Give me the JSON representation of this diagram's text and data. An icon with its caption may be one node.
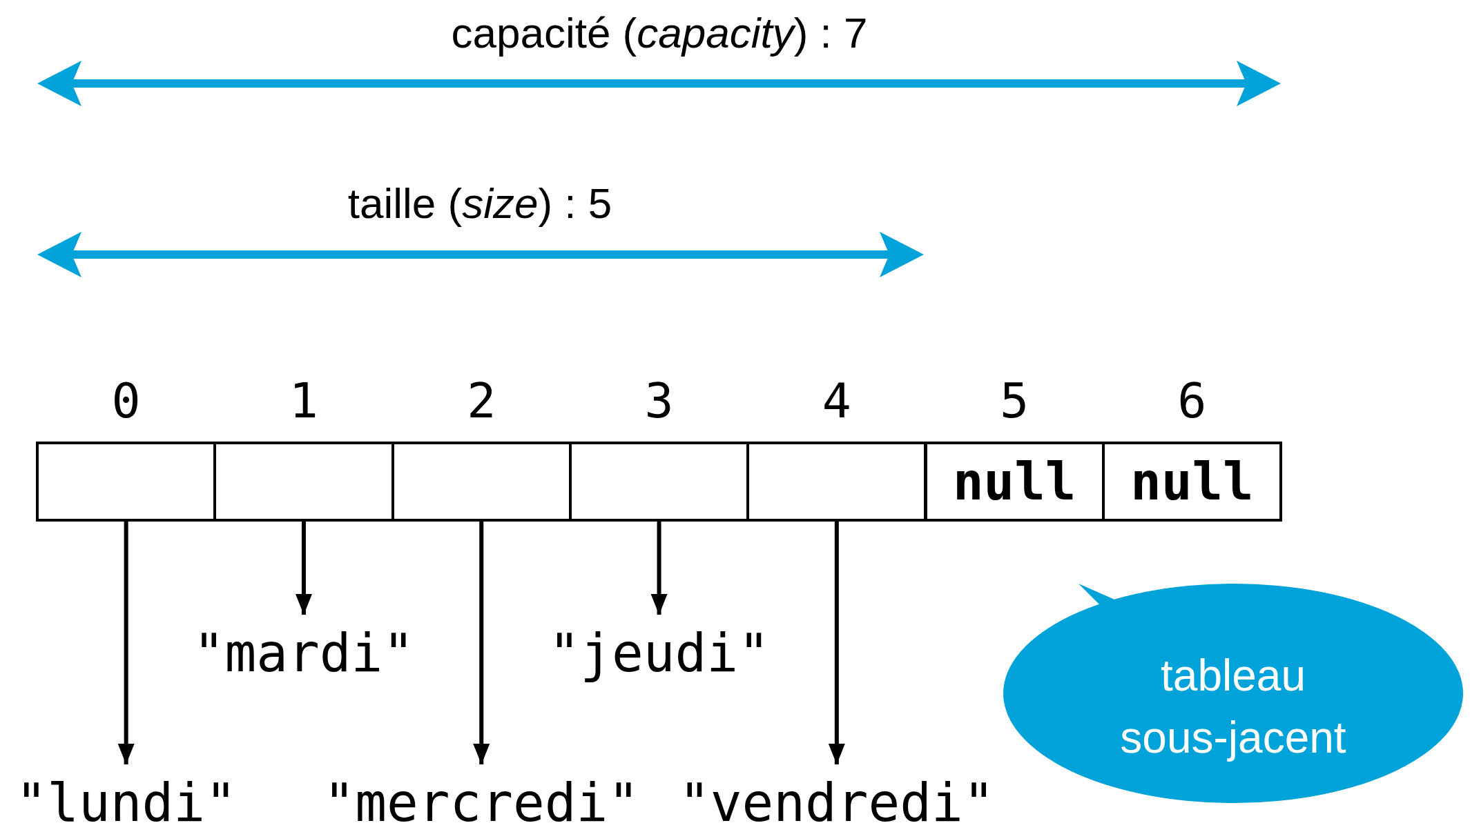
{
  "diagram": {
    "nodes": [
      {
        "text": [],
        "shape": "box"
      },
      {
        "text": [],
        "shape": "box"
      },
      {
        "text": [],
        "shape": "box"
      },
      {
        "text": [],
        "shape": "box"
      },
      {
        "text": [],
        "shape": "box"
      },
      {
        "text": [
          "null"
        ]
      },
      {
        "text": [
          "null"
        ]
      },
      {
        "text": [
          "\"lundi\""
        ]
      },
      {
        "text": [
          "\"mardi\""
        ]
      },
      {
        "text": [
          "\"mercredi\""
        ]
      },
      {
        "text": [
          "\"jeudi\""
        ]
      },
      {
        "text": [
          "\"vendredi\""
        ]
      },
      {
        "text": [
          "tableau sous-jacent"
        ]
      }
    ],
    "edges": [
      {
        "from": 0,
        "to": 7,
        "arrow": "to"
      },
      {
        "from": 1,
        "to": 8,
        "arrow": "to"
      },
      {
        "from": 2,
        "to": 9,
        "arrow": "to"
      },
      {
        "from": 3,
        "to": 10,
        "arrow": "to"
      },
      {
        "from": 4,
        "to": 11,
        "arrow": "to"
      }
    ],
    "labels": [
      "capacité (*capacity*) : 7",
      "taille (*size*) : 5",
      "0",
      "1",
      "2",
      "3",
      "4",
      "5",
      "6"
    ]
  }
}
